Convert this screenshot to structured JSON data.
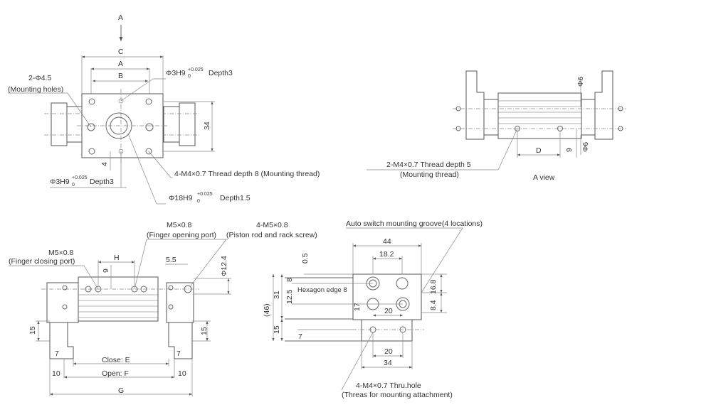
{
  "top_left": {
    "view_arrow": "A",
    "dim_c": "C",
    "dim_a": "A",
    "dim_b": "B",
    "dim_34": "34",
    "dim_4": "4",
    "mount_holes_count": "2-Φ4.5",
    "mount_holes_desc": "(Mounting holes)",
    "pin_hole_top": "Φ3H9",
    "pin_hole_top_tol_upper": "+0.025",
    "pin_hole_top_tol_lower": "0",
    "pin_hole_top_depth": "Depth3",
    "pin_hole_bottom": "Φ3H9",
    "pin_hole_bottom_tol_upper": "+0.025",
    "pin_hole_bottom_tol_lower": "0",
    "pin_hole_bottom_depth": "Depth3",
    "mount_thread": "4-M4×0.7 Thread depth 8 (Mounting thread)",
    "bore": "Φ18H9",
    "bore_tol_upper": "+0.025",
    "bore_tol_lower": "0",
    "bore_depth": "Depth1.5"
  },
  "top_right": {
    "phi6_top": "Φ6",
    "phi6_bottom": "Φ6",
    "dim_d": "D",
    "dim_9": "9",
    "thread_line1": "2-M4×0.7 Thread depth 5",
    "thread_line2": "(Mounting thread)",
    "caption": "A view"
  },
  "bottom_left": {
    "closing_port_line1": "M5×0.8",
    "closing_port_line2": "(Finger closing port)",
    "opening_port_line1": "M5×0.8",
    "opening_port_line2": "(Finger opening port)",
    "rack_screw_line1": "4-M5×0.8",
    "rack_screw_line2": "(Piston rod and rack screw)",
    "dim_h": "H",
    "dim_9": "9",
    "dim_5_5": "5.5",
    "dim_phi12_4": "Φ12.4",
    "dim_15_left": "15",
    "dim_15_right": "15",
    "dim_7_left": "7",
    "dim_7_right": "7",
    "dim_10_left": "10",
    "dim_10_right": "10",
    "close_e": "Close: E",
    "open_f": "Open: F",
    "dim_g": "G"
  },
  "bottom_right": {
    "groove_label": "Auto switch mounting groove(4 locations)",
    "dim_44": "44",
    "dim_18_2": "18.2",
    "dim_0_5": "0.5",
    "dim_8": "8",
    "hex_edge": "Hexagon edge  8",
    "dim_31": "31",
    "dim_46": "(46)",
    "dim_12_5": "12.5",
    "dim_17": "17",
    "dim_20_mid": "20",
    "dim_16_8": "16.8",
    "dim_8_4": "8.4",
    "dim_15": "15",
    "dim_7": "7",
    "dim_20_bottom": "20",
    "dim_34": "34",
    "thru_line1": "4-M4×0.7 Thru.hole",
    "thru_line2": "(Threas for mounting attachment)"
  }
}
